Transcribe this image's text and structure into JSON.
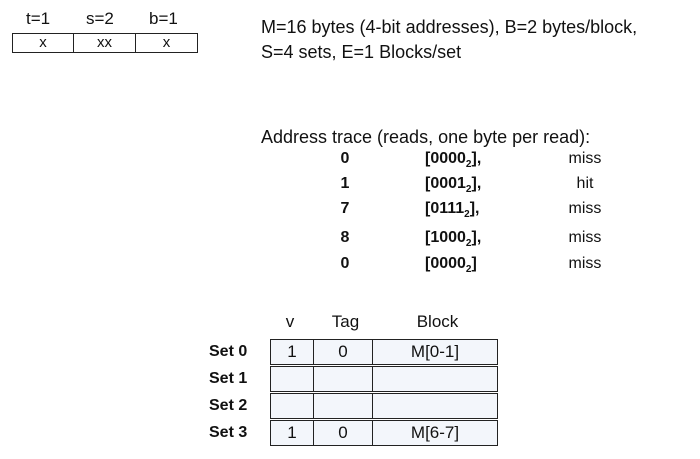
{
  "address_fields": [
    {
      "label": "t=1",
      "value": "x"
    },
    {
      "label": "s=2",
      "value": "xx"
    },
    {
      "label": "b=1",
      "value": "x"
    }
  ],
  "config": {
    "line1": "M=16 bytes (4-bit addresses), B=2 bytes/block,",
    "line2": "S=4 sets, E=1 Blocks/set"
  },
  "trace": {
    "title": "Address trace (reads, one byte per read):",
    "rows": [
      {
        "dec": "0",
        "bin": "0000",
        "suffix": "],",
        "result": "miss"
      },
      {
        "dec": "1",
        "bin": "0001",
        "suffix": "],",
        "result": "hit"
      },
      {
        "dec": "7",
        "bin": "0111",
        "suffix": "],",
        "result": "miss"
      },
      {
        "dec": "8",
        "bin": "1000",
        "suffix": "],",
        "result": "miss"
      },
      {
        "dec": "0",
        "bin": "0000",
        "suffix": "]",
        "result": "miss"
      }
    ]
  },
  "cache": {
    "headers": {
      "v": "v",
      "tag": "Tag",
      "block": "Block"
    },
    "sets": [
      {
        "label": "Set 0",
        "v": "1",
        "tag": "0",
        "block": "M[0-1]"
      },
      {
        "label": "Set 1",
        "v": "",
        "tag": "",
        "block": ""
      },
      {
        "label": "Set 2",
        "v": "",
        "tag": "",
        "block": ""
      },
      {
        "label": "Set 3",
        "v": "1",
        "tag": "0",
        "block": "M[6-7]"
      }
    ]
  },
  "colors": {
    "cell_fill": "#f3f6fb",
    "border": "#222222"
  }
}
